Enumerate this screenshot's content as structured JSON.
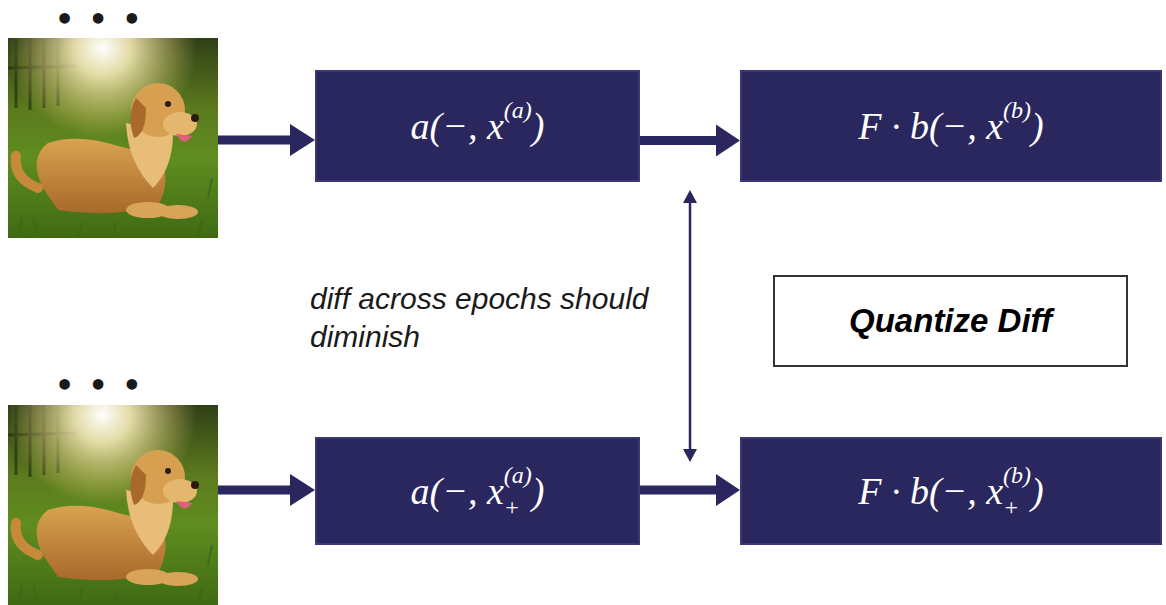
{
  "diagram": {
    "nodes": [
      {
        "text": [
          "a(−, x",
          "(a)",
          ")"
        ]
      },
      {
        "text": [
          "F · b(−, x",
          "(b)",
          ")"
        ]
      },
      {
        "text": [
          "Quantize Diff"
        ]
      },
      {
        "text": [
          "a(−, x",
          "(a)",
          "+",
          ")"
        ]
      },
      {
        "text": [
          "F · b(−, x",
          "(b)",
          "+",
          ")"
        ]
      }
    ],
    "edges": [
      {
        "from": 0,
        "to": 1,
        "arrow": "to"
      },
      {
        "from": 3,
        "to": 4,
        "arrow": "to"
      }
    ],
    "labels": [
      "• • •",
      "diff across epochs should diminish",
      "• • •"
    ]
  }
}
